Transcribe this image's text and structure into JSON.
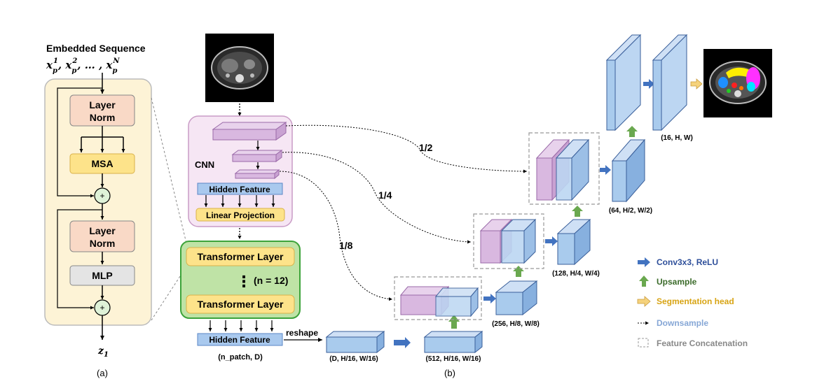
{
  "panel_a": {
    "title": "Embedded Sequence",
    "sequence_text": "x",
    "seq_parts": [
      "1",
      "2",
      "N"
    ],
    "seq_sub": "p",
    "layer_norm": "Layer Norm",
    "msa": "MSA",
    "mlp": "MLP",
    "plus": "+",
    "output": "z",
    "output_sub": "1",
    "caption": "(a)"
  },
  "panel_b": {
    "cnn_label": "CNN",
    "hidden_feature": "Hidden Feature",
    "linear_projection": "Linear Projection",
    "transformer_layer": "Transformer Layer",
    "n_layers": "(n = 12)",
    "hidden_feature_2": "Hidden Feature",
    "n_patch": "(n_patch, D)",
    "reshape": "reshape",
    "dims": {
      "d": "(D, H/16, W/16)",
      "d512": "(512, H/16, W/16)",
      "d256": "(256, H/8, W/8)",
      "d128": "(128, H/4, W/4)",
      "d64": "(64, H/2, W/2)",
      "d16": "(16, H, W)"
    },
    "skips": [
      "1/2",
      "1/4",
      "1/8"
    ],
    "caption": "(b)"
  },
  "legend": {
    "conv": "Conv3x3, ReLU",
    "upsample": "Upsample",
    "seghead": "Segmentation head",
    "downsample": "Downsample",
    "concat": "Feature Concatenation"
  },
  "colors": {
    "panel_a_bg": "#fdf3d6",
    "layer_norm": "#f9d9c6",
    "msa": "#fde38a",
    "mlp": "#e4e4e4",
    "plus": "#dff2d8",
    "cnn_bg": "#f6e6f4",
    "purple_block": "#d9b8e0",
    "hidden_feature": "#a9c9ee",
    "linear_proj": "#fde38a",
    "transformer_bg": "#bfe3a6",
    "transformer_layer": "#fde38a",
    "blue_block": "#a9cbed",
    "conv_arrow": "#4273c0",
    "up_arrow": "#6aa84f",
    "seg_arrow": "#f5d27c"
  }
}
